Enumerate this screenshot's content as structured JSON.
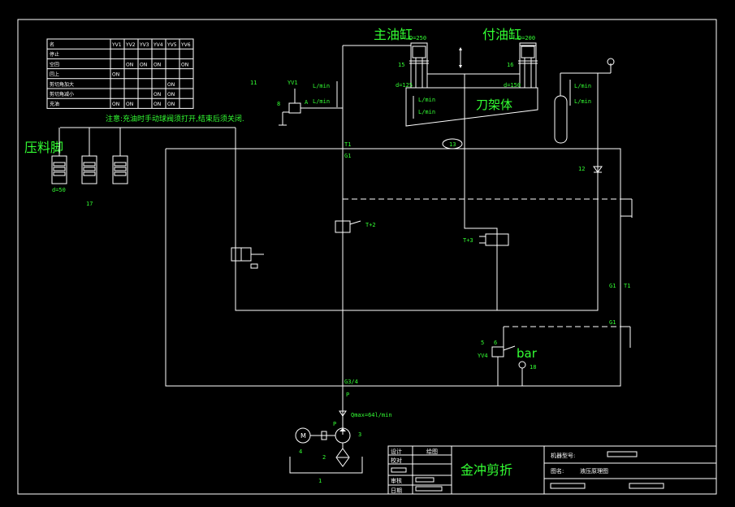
{
  "labels": {
    "main_cyl": "主油缸",
    "main_cyl_d": "D=250",
    "aux_cyl": "付油缸",
    "aux_cyl_d": "D=200",
    "tool_holder": "刀架体",
    "press_foot": "压料脚",
    "press_foot_d": "d=50",
    "rod_main": "d=125",
    "rod_aux": "d=150",
    "note": "注意:充油时手动球阀须打开,结束后须关闭.",
    "flow": "L/min",
    "pump_flow": "Qmax=64l/min",
    "bar": "bar",
    "port_p": "P",
    "g3": "G3/4",
    "t1": "T1",
    "g1": "G1",
    "t2": "T+2",
    "t3": "T+3",
    "yv1": "YV1",
    "yv4": "YV4",
    "a": "A",
    "n17": "17",
    "n11": "11",
    "n15": "15",
    "n16": "16",
    "n12": "12",
    "n13": "13",
    "n5": "5",
    "n6": "6",
    "n18": "18",
    "n8": "8",
    "n1": "1",
    "n2": "2",
    "n3": "3",
    "n4": "4",
    "m": "M"
  },
  "table": {
    "headers": [
      "名",
      "YV1",
      "YV2",
      "YV3",
      "YV4",
      "YV5",
      "YV6"
    ],
    "rows": [
      [
        "停止",
        "",
        "",
        "",
        "",
        "",
        ""
      ],
      [
        "空回",
        "",
        "ON",
        "ON",
        "ON",
        "",
        "ON"
      ],
      [
        "回上",
        "ON",
        "",
        "",
        "",
        "",
        ""
      ],
      [
        "剪切角加大",
        "",
        "",
        "",
        "",
        "ON",
        ""
      ],
      [
        "剪切角减小",
        "",
        "",
        "",
        "ON",
        "ON",
        ""
      ],
      [
        "充油",
        "ON",
        "ON",
        "",
        "ON",
        "ON",
        ""
      ]
    ]
  },
  "title_block": {
    "design": "设计",
    "drawn": "绘图",
    "check": "校对",
    "approve": "审核",
    "date": "日期",
    "machine": "金冲剪折",
    "model_label": "机器型号:",
    "drawing_label": "图名:",
    "drawing_name": "液压原理图"
  }
}
